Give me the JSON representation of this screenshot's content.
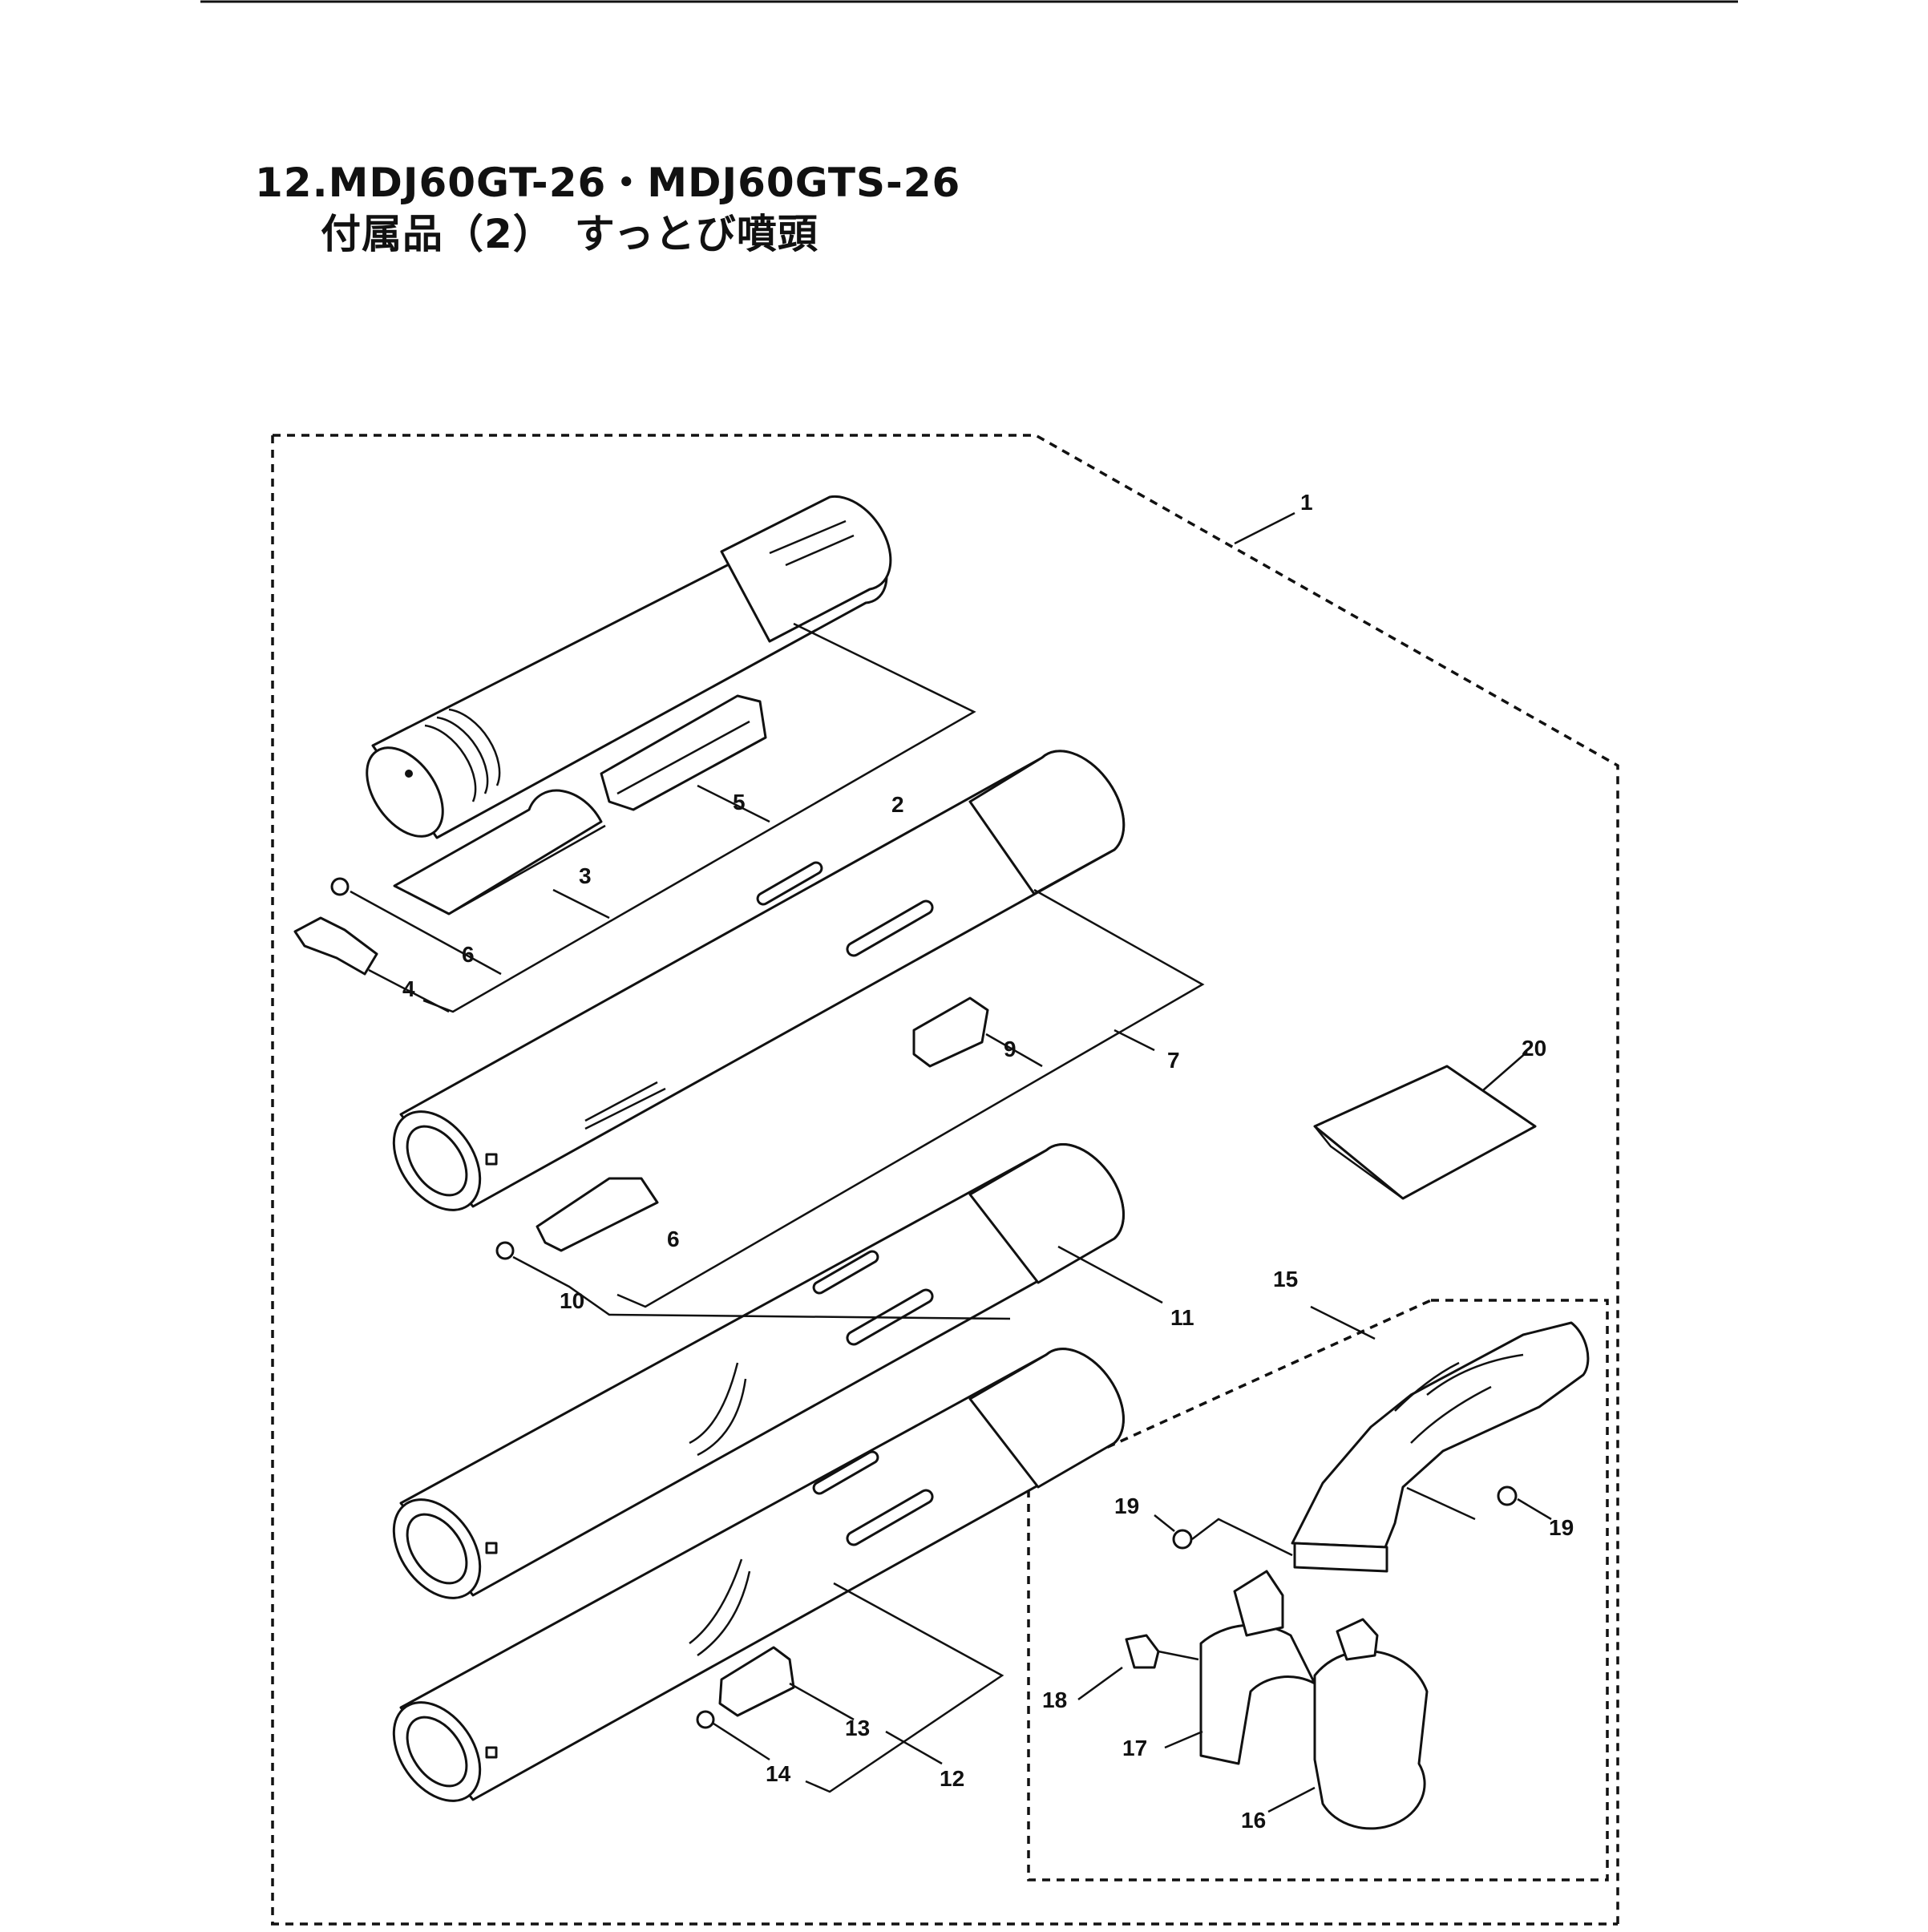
{
  "title": {
    "line1": "12.MDJ60GT-26・MDJ60GTS-26",
    "line2": "付属品（2）　すっとび噴頭"
  },
  "callouts": {
    "c1": "1",
    "c2": "2",
    "c3": "3",
    "c4": "4",
    "c5": "5",
    "c6a": "6",
    "c6b": "6",
    "c7": "7",
    "c9": "9",
    "c10": "10",
    "c11": "11",
    "c12": "12",
    "c13": "13",
    "c14": "14",
    "c15": "15",
    "c16": "16",
    "c17": "17",
    "c18": "18",
    "c19a": "19",
    "c19b": "19",
    "c20": "20"
  },
  "colors": {
    "ink": "#111111",
    "paper": "#ffffff"
  }
}
